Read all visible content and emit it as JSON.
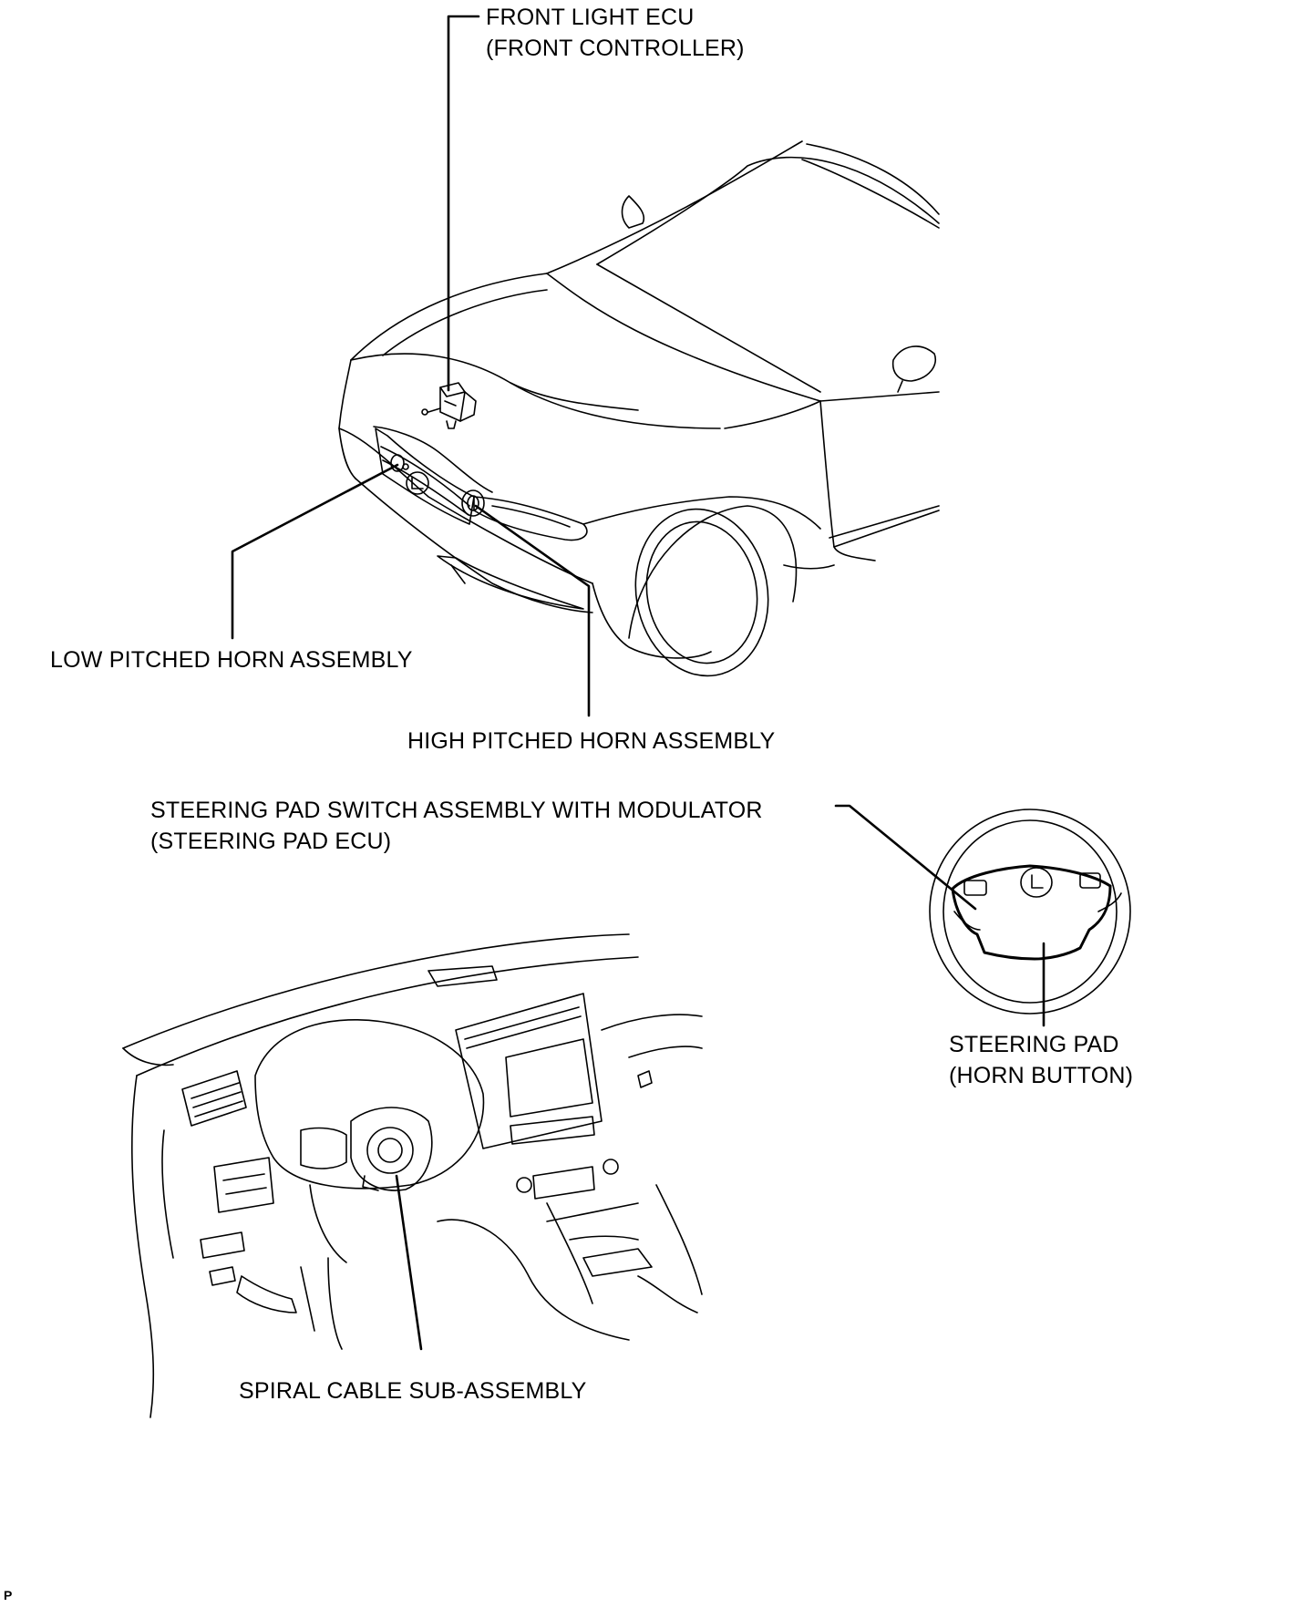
{
  "labels": {
    "front_light_ecu": {
      "line1": "FRONT LIGHT ECU",
      "line2": "(FRONT CONTROLLER)"
    },
    "low_horn": "LOW PITCHED HORN ASSEMBLY",
    "high_horn": "HIGH PITCHED HORN ASSEMBLY",
    "steering_pad_switch": {
      "line1": "STEERING PAD SWITCH ASSEMBLY WITH MODULATOR",
      "line2": "(STEERING PAD ECU)"
    },
    "steering_pad": {
      "line1": "STEERING PAD",
      "line2": "(HORN BUTTON)"
    },
    "spiral_cable": "SPIRAL CABLE SUB-ASSEMBLY"
  },
  "figure_code": "P"
}
